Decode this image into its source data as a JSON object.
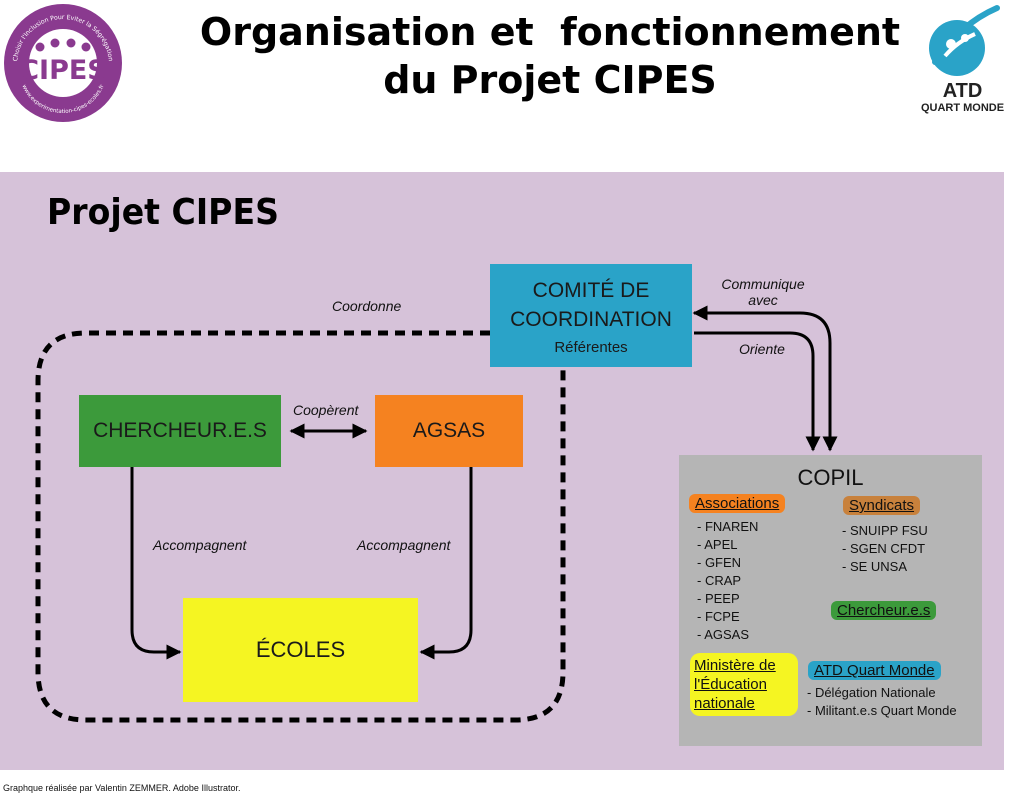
{
  "header": {
    "title_line1": "Organisation et  fonctionnement",
    "title_line2": "du Projet CIPES",
    "cipes_logo_text": "CIPES",
    "cipes_logo_ring_top": "Choisir l'Inclusion Pour Eviter la Ségrégation",
    "cipes_logo_ring_bottom": "www.experimentation-cipes-ecoles.fr",
    "atd_logo_line1": "ATD",
    "atd_logo_line2": "QUART MONDE"
  },
  "diagram": {
    "project_title": "Projet CIPES",
    "comite": {
      "line1": "COMITÉ DE",
      "line2": "COORDINATION",
      "sub": "Référentes"
    },
    "chercheurs": "CHERCHEUR.E.S",
    "agsas": "AGSAS",
    "ecoles": "ÉCOLES",
    "labels": {
      "coordonne": "Coordonne",
      "cooperent": "Coopèrent",
      "accompagnent_left": "Accompagnent",
      "accompagnent_right": "Accompagnent",
      "communique_line1": "Communique",
      "communique_line2": "avec",
      "oriente": "Oriente"
    },
    "colors": {
      "panel": "#d6c2d9",
      "comite": "#2aa3c8",
      "chercheurs": "#3c9a3b",
      "agsas": "#f58220",
      "ecoles": "#f5f522",
      "copil": "#b5b5b5"
    }
  },
  "copil": {
    "title": "COPIL",
    "associations": {
      "title": "Associations",
      "items": [
        "- FNAREN",
        "- APEL",
        "- GFEN",
        "- CRAP",
        "- PEEP",
        "- FCPE",
        "- AGSAS"
      ]
    },
    "syndicats": {
      "title": "Syndicats",
      "items": [
        "- SNUIPP FSU",
        "- SGEN CFDT",
        "- SE UNSA"
      ]
    },
    "chercheurs": "Chercheur.e.s",
    "ministere": "Ministère de l'Éducation nationale",
    "atd": {
      "title": "ATD Quart Monde",
      "items": [
        "- Délégation Nationale",
        "- Militant.e.s Quart Monde"
      ]
    }
  },
  "footer": "Graphque réalisée par Valentin ZEMMER. Adobe Illustrator."
}
